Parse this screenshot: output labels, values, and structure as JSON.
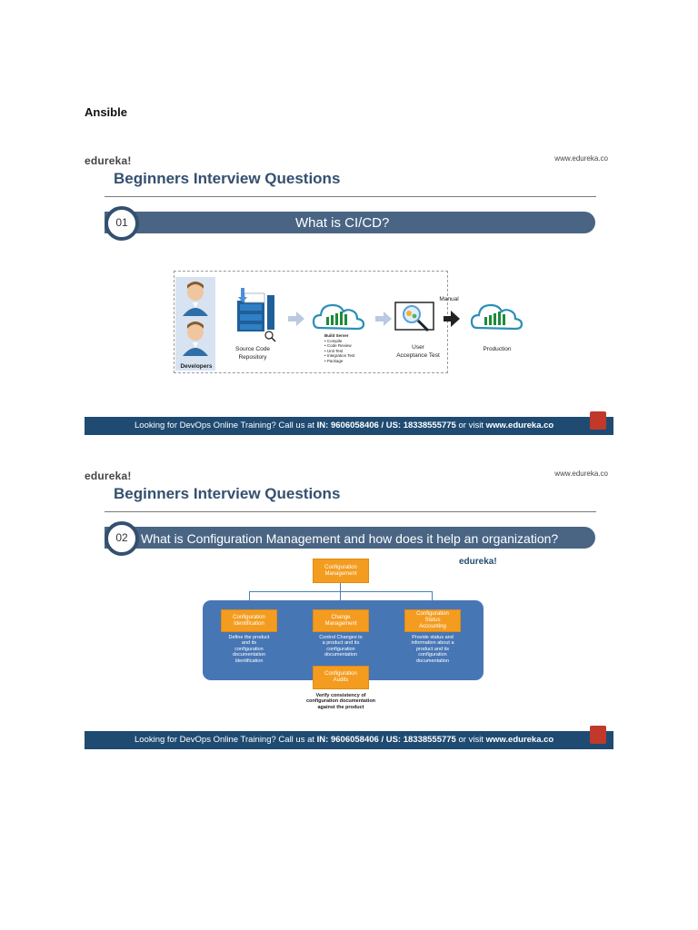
{
  "document": {
    "heading": "Ansible"
  },
  "slides": [
    {
      "brand": "edureka!",
      "site": "www.edureka.co",
      "title": "Beginners Interview Questions",
      "number": "01",
      "question": "What is CI/CD?",
      "diagram": {
        "developers": "Developers",
        "repo_line1": "Source Code",
        "repo_line2": "Repository",
        "build_server": "Build Server",
        "build_steps": [
          "• Compile",
          "• Code Review",
          "• Unit Test",
          "• Integration Test",
          "• Package"
        ],
        "uat_line1": "User",
        "uat_line2": "Acceptance Test",
        "manual": "Manual",
        "production": "Production"
      },
      "footer": {
        "prefix": "Looking for DevOps Online Training? Call us at ",
        "phones": "IN: 9606058406 / US: 18338555775",
        "middle": " or visit ",
        "url": "www.edureka.co"
      }
    },
    {
      "brand": "edureka!",
      "site": "www.edureka.co",
      "title": "Beginners Interview Questions",
      "number": "02",
      "question": "What is Configuration Management and how does it help an organization?",
      "diagram": {
        "brand": "edureka!",
        "root_line1": "Configuration",
        "root_line2": "Management",
        "identification_line1": "Configuration",
        "identification_line2": "Identification",
        "identification_desc": [
          "Define the product",
          "and its",
          "configuration",
          "documentation",
          "Identification"
        ],
        "change_line1": "Change",
        "change_line2": "Management",
        "change_desc": [
          "Control Changes to",
          "a product and its",
          "configuration",
          "documentation"
        ],
        "status_line1": "Configuration",
        "status_line2": "Status",
        "status_line3": "Accounting",
        "status_desc": [
          "Provide status and",
          "information about a",
          "product and its",
          "configuration",
          "documentation"
        ],
        "audits_line1": "Configuration",
        "audits_line2": "Audits",
        "audits_desc": [
          "Verify consistency of",
          "configuration documentation",
          "against the product"
        ]
      },
      "footer": {
        "prefix": "Looking for DevOps Online Training? Call us at ",
        "phones": "IN: 9606058406 / US: 18338555775",
        "middle": " or visit ",
        "url": "www.edureka.co"
      }
    }
  ],
  "colors": {
    "navy": "#34506f",
    "bar": "#4a6584",
    "footer": "#1f4b72",
    "orange": "#f39c1f",
    "panel_blue": "#4776b5"
  },
  "icons": [
    "developer-avatar-icon",
    "file-cabinet-icon",
    "cloud-build-icon",
    "arrow-right-icon",
    "magnifier-gear-icon",
    "cloud-production-icon"
  ]
}
